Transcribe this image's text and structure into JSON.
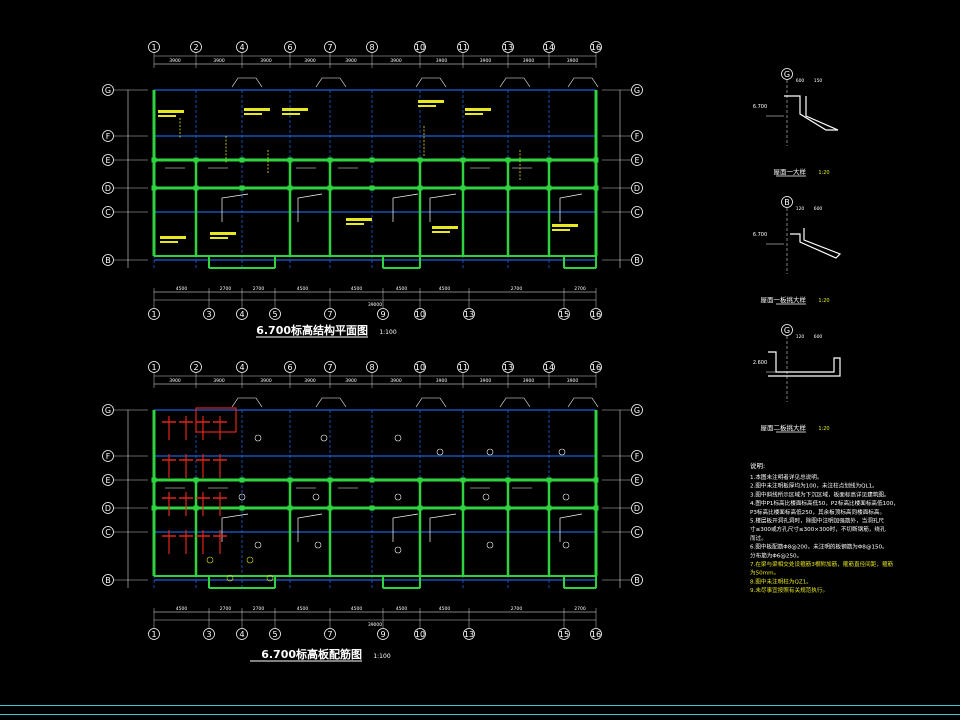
{
  "plans": [
    {
      "title": "6.700标高结构平面图",
      "scale": "1:100",
      "top_axes": [
        "1",
        "2",
        "4",
        "6",
        "7",
        "8",
        "10",
        "11",
        "13",
        "14",
        "16"
      ],
      "bottom_axes": [
        "1",
        "3",
        "4",
        "5",
        "7",
        "9",
        "10",
        "13",
        "15",
        "16"
      ],
      "rows": [
        "G",
        "F",
        "E",
        "D",
        "C",
        "B"
      ],
      "top_dims": [
        "3900",
        "3900",
        "3900",
        "3900",
        "3900",
        "3900",
        "3900",
        "3900",
        "3900",
        "3900"
      ],
      "bottom_dims": [
        "4500",
        "2700",
        "2700",
        "4500",
        "4500",
        "4500",
        "4500",
        "2700",
        "2700"
      ],
      "total": "39000"
    },
    {
      "title": "6.700标高板配筋图",
      "scale": "1:100",
      "top_axes": [
        "1",
        "2",
        "4",
        "6",
        "7",
        "8",
        "10",
        "11",
        "13",
        "14",
        "16"
      ],
      "bottom_axes": [
        "1",
        "3",
        "4",
        "5",
        "7",
        "9",
        "10",
        "13",
        "15",
        "16"
      ],
      "rows": [
        "G",
        "F",
        "E",
        "D",
        "C",
        "B"
      ],
      "top_dims": [
        "3900",
        "3900",
        "3900",
        "3900",
        "3900",
        "3900",
        "3900",
        "3900",
        "3900",
        "3900"
      ],
      "bottom_dims": [
        "4500",
        "2700",
        "2700",
        "4500",
        "4500",
        "4500",
        "4500",
        "2700",
        "2700"
      ],
      "total": "39000"
    }
  ],
  "details": [
    {
      "title": "屋面一大样",
      "scale": "1:20",
      "axis": "G",
      "dims": [
        "600",
        "150"
      ],
      "elev": "6.700"
    },
    {
      "title": "屋面一板挑大样",
      "scale": "1:20",
      "axis": "B",
      "dims": [
        "120",
        "600"
      ],
      "elev": "6.700"
    },
    {
      "title": "屋面二板挑大样",
      "scale": "1:20",
      "axis": "G",
      "dims": [
        "120",
        "600"
      ],
      "elev": "2.600"
    }
  ],
  "notes": {
    "heading": "说明:",
    "items": [
      "1.本图未注明者详见总说明。",
      "2.图中未注明板厚均为100，未注柱点划线为QL1。",
      "3.图中斜线所示区域为下沉区域，板面标高详见建筑图。",
      "4.图中P1标高比楼面标高低50，P2标高比楼面标高低100，",
      "  P3标高比楼面标高低250，其余板顶标高同楼面标高。",
      "5.楼层板开洞孔洞时，除图中注明加强筋外，当洞孔尺",
      "  寸≤300或方孔尺寸≤300×300时，不切断钢筋，绕孔",
      "  而过。",
      "6.图中板配筋Φ8@200，未注明的板钢筋为Φ8@150。",
      "  分布筋为Φ6@250。",
      "7.在梁与梁相交处设箍筋3根附加筋，箍筋直径间距，箍筋",
      "  为50mm。",
      "8.图中未注明柱为QZ1。",
      "9.未尽事宜按照有关规范执行。"
    ]
  },
  "colors": {
    "background": "#000000",
    "grid": "#1e5fd6",
    "beam": "#2fd23f",
    "text": "#ffffff",
    "yellow": "#e8e820",
    "red": "#e0241c",
    "cyan": "#3ec8c8"
  }
}
